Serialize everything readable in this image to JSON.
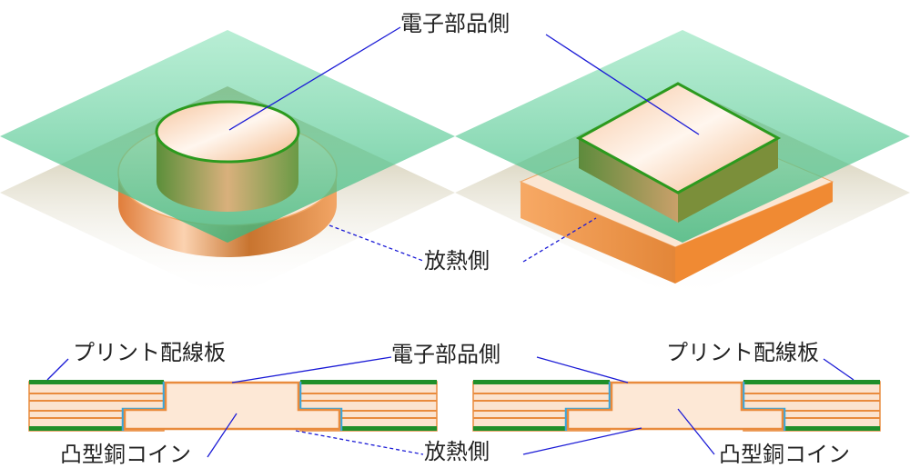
{
  "labels": {
    "component_side_top": "電子部品側",
    "heat_side_top": "放熱側",
    "pcb_left": "プリント配線板",
    "pcb_right": "プリント配線板",
    "component_side_bottom": "電子部品側",
    "heat_side_bottom": "放熱側",
    "coin_left": "凸型銅コイン",
    "coin_right": "凸型銅コイン"
  },
  "colors": {
    "board_top": "#5fcf9a",
    "board_bottom": "#b9a877",
    "copper_light": "#fbe3cf",
    "copper_dark": "#e98b3d",
    "solder_mask": "#1f8f2a",
    "via_blue": "#35a6e0",
    "leader_line": "#1a1ad6"
  }
}
